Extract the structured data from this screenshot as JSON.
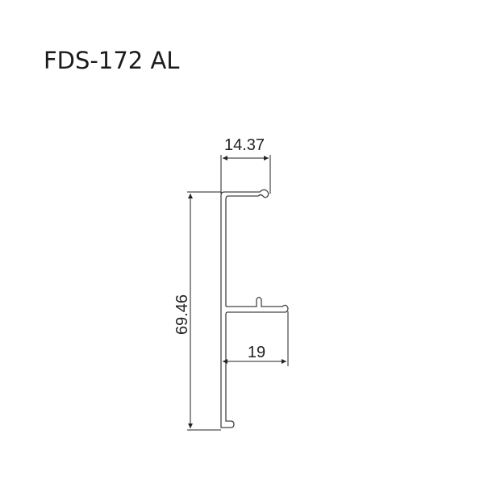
{
  "title": "FDS-172 AL",
  "drawing": {
    "profile": "aluminum extrusion cross-section",
    "dimensions": {
      "top_width": "14.37",
      "height": "69.46",
      "shelf_width": "19"
    },
    "colors": {
      "line": "#333333",
      "dim_line": "#222222",
      "background": "#ffffff"
    }
  }
}
